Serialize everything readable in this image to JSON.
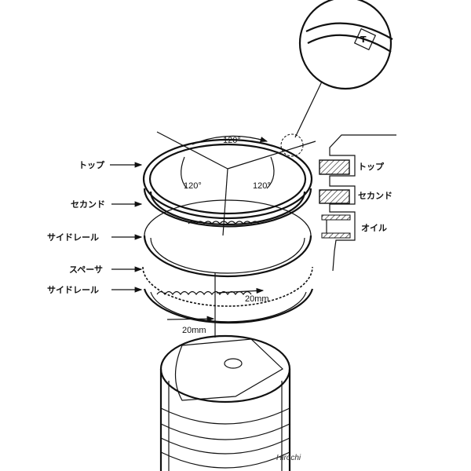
{
  "left_labels": [
    "トップ",
    "セカンド",
    "サイドレール",
    "スペーサ",
    "サイドレール"
  ],
  "angles": [
    "120°",
    "120°",
    "120°"
  ],
  "gaps": [
    "20mm",
    "20mm"
  ],
  "section_labels": [
    "トップ",
    "セカンド",
    "オイル"
  ],
  "inset_mark": "T",
  "watermark": "Hirochi"
}
